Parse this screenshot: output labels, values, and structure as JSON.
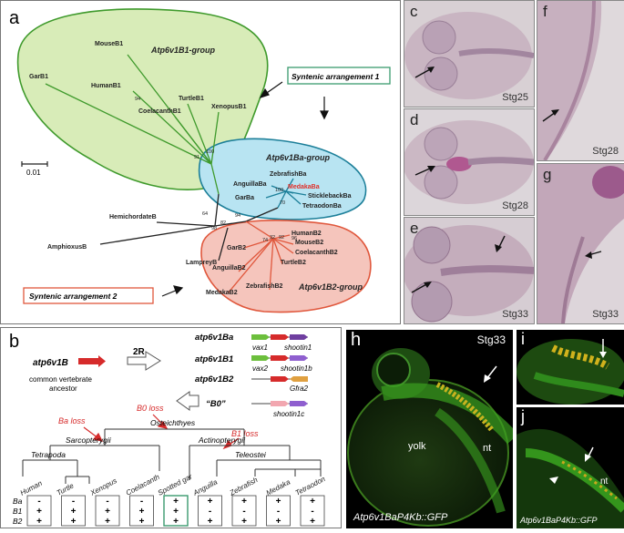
{
  "panel_a": {
    "letter": "a",
    "scale_label": "0.01",
    "groups": {
      "b1": "Atp6v1B1-group",
      "ba": "Atp6v1Ba-group",
      "b2": "Atp6v1B2-group"
    },
    "syntenic1": "Syntenic arrangement 1",
    "syntenic2": "Syntenic arrangement 2",
    "b1_taxa": [
      "MouseB1",
      "HumanB1",
      "GarB1",
      "TurtleB1",
      "CoelacanthB1",
      "XenopusB1"
    ],
    "ba_taxa": [
      "ZebrafishBa",
      "AnguillaBa",
      "MedakaBa",
      "GarBa",
      "SticklebackBa",
      "TetraodonBa"
    ],
    "b2_taxa": [
      "HumanB2",
      "MouseB2",
      "CoelacanthB2",
      "TurtleB2",
      "GarB2",
      "AnguillaB2",
      "MedakaB2",
      "ZebrafishB2"
    ],
    "outgroup_taxa": [
      "HemichordateB",
      "AmphioxusB",
      "LampreyB"
    ],
    "bootstrap": [
      "94",
      "91",
      "100",
      "82",
      "98",
      "94",
      "100",
      "74",
      "92",
      "64",
      "70",
      "32",
      "96"
    ],
    "colors": {
      "b1_fill": "#d8ecb8",
      "b1_stroke": "#3f9a2c",
      "ba_fill": "#b8e4f2",
      "ba_stroke": "#1c7f99",
      "b2_fill": "#f5c5bc",
      "b2_stroke": "#e0573c",
      "medaka": "#e0302a",
      "syn1_border": "#3a9a6e",
      "syn2_border": "#e0573c"
    }
  },
  "panel_b": {
    "letter": "b",
    "ancestor_gene": "atp6v1B",
    "ancestor_caption_1": "common vertebrate",
    "ancestor_caption_2": "ancestor",
    "duplication": "2R",
    "paralogs": [
      "atp6v1Ba",
      "atp6v1B1",
      "atp6v1B2",
      "“B0”"
    ],
    "neighbor_genes": {
      "ba": [
        "vax1",
        "shootin1"
      ],
      "b1": [
        "vax2",
        "shootin1b"
      ],
      "b2": [
        "Gfra2"
      ],
      "b0": [
        "shootin1c"
      ]
    },
    "losses": [
      "Ba loss",
      "B0 loss",
      "B1 loss"
    ],
    "clades": [
      "Osteichthyes",
      "Sarcopterygii",
      "Tetrapoda",
      "Actinopterygii",
      "Teleostei"
    ],
    "species": [
      "Human",
      "Turtle",
      "Xenopus",
      "Coelacanth",
      "Spotted gar",
      "Anguilla",
      "Zebrafish",
      "Medaka",
      "Tetraodon"
    ],
    "row_labels": [
      "Ba",
      "B1",
      "B2"
    ],
    "presence": [
      [
        "-",
        "+",
        "+"
      ],
      [
        "-",
        "+",
        "+"
      ],
      [
        "-",
        "+",
        "+"
      ],
      [
        "-",
        "+",
        "+"
      ],
      [
        "+",
        "+",
        "+"
      ],
      [
        "+",
        "-",
        "+"
      ],
      [
        "+",
        "-",
        "+"
      ],
      [
        "+",
        "-",
        "+"
      ],
      [
        "+",
        "-",
        "+"
      ]
    ]
  },
  "micrographs": {
    "c": {
      "letter": "c",
      "stage": "Stg25"
    },
    "d": {
      "letter": "d",
      "stage": "Stg28"
    },
    "e": {
      "letter": "e",
      "stage": "Stg33"
    },
    "f": {
      "letter": "f",
      "stage": "Stg28"
    },
    "g": {
      "letter": "g",
      "stage": "Stg33"
    }
  },
  "fluorescence": {
    "h": {
      "letter": "h",
      "stage": "Stg33",
      "yolk": "yolk",
      "nt": "nt",
      "caption": "Atp6v1BaP4Kb::GFP"
    },
    "i": {
      "letter": "i"
    },
    "j": {
      "letter": "j",
      "nt": "nt",
      "caption": "Atp6v1BaP4Kb::GFP"
    }
  }
}
